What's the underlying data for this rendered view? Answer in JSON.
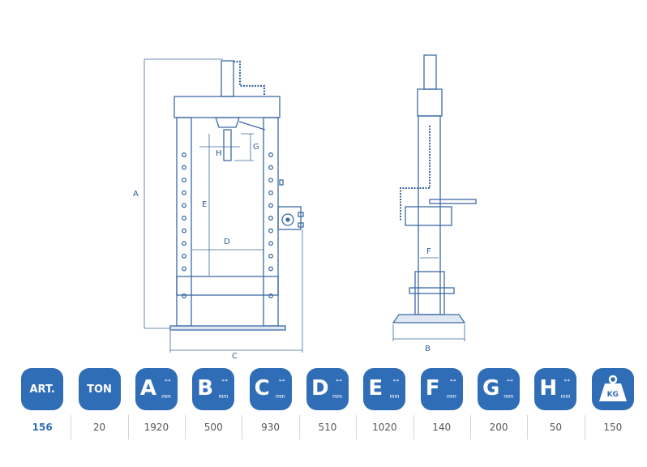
{
  "dimension_labels": {
    "A": "A",
    "B": "B",
    "C": "C",
    "D": "D",
    "E": "E",
    "F": "F",
    "G": "G",
    "H": "H"
  },
  "specs": [
    {
      "key": "art",
      "label": "ART.",
      "value": "156"
    },
    {
      "key": "ton",
      "label": "TON",
      "value": "20"
    },
    {
      "key": "a",
      "label": "A",
      "unit": "mm",
      "value": "1920"
    },
    {
      "key": "b",
      "label": "B",
      "unit": "mm",
      "value": "500"
    },
    {
      "key": "c",
      "label": "C",
      "unit": "mm",
      "value": "930"
    },
    {
      "key": "d",
      "label": "D",
      "unit": "mm",
      "value": "510"
    },
    {
      "key": "e",
      "label": "E",
      "unit": "mm",
      "value": "1020"
    },
    {
      "key": "f",
      "label": "F",
      "unit": "mm",
      "value": "140"
    },
    {
      "key": "g",
      "label": "G",
      "unit": "mm",
      "value": "200"
    },
    {
      "key": "h",
      "label": "H",
      "unit": "mm",
      "value": "50"
    },
    {
      "key": "kg",
      "label": "KG",
      "value": "150"
    }
  ],
  "colors": {
    "brand": "#2f6db6",
    "line": "#3d6aa3"
  }
}
